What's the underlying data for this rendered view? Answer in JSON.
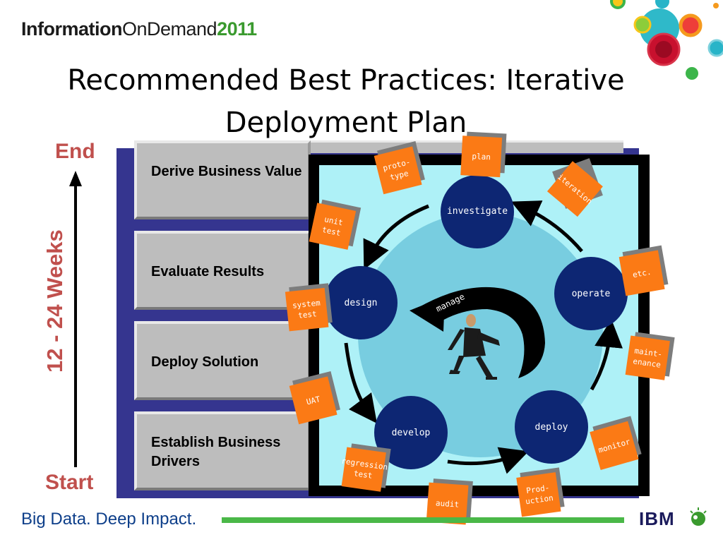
{
  "header": {
    "brand_bold": "Information",
    "brand_regular": "OnDemand",
    "brand_year": "2011",
    "title_line1": "Recommended Best Practices:  Iterative",
    "title_line2": "Deployment Plan"
  },
  "axis": {
    "end": "End",
    "start": "Start",
    "duration": "12 - 24 Weeks"
  },
  "steps": [
    "Derive Business Value",
    "Evaluate Results",
    "Deploy Solution",
    "Establish Business Drivers"
  ],
  "cycle": {
    "phases": [
      "investigate",
      "operate",
      "deploy",
      "develop",
      "design"
    ],
    "center_label": "manage",
    "notes": [
      "plan",
      "proto-\ntype",
      "iteration",
      "unit\ntest",
      "system\ntest",
      "UAT",
      "regression\ntest",
      "audit",
      "Prod-\nuction",
      "monitor",
      "maint-\nenance",
      "etc."
    ]
  },
  "footer": {
    "tagline": "Big Data. Deep Impact.",
    "logo_text": "IBM"
  },
  "colors": {
    "axis_red": "#c0504d",
    "stack_blue": "#35358f",
    "node_navy": "#0d2673",
    "note_orange": "#fb7a15",
    "cycle_light": "#aef1f7",
    "cycle_disc": "#78cde0",
    "brand_green": "#3a9a2e",
    "tagline_blue": "#0e3f8a",
    "bar_green": "#4ab848"
  }
}
